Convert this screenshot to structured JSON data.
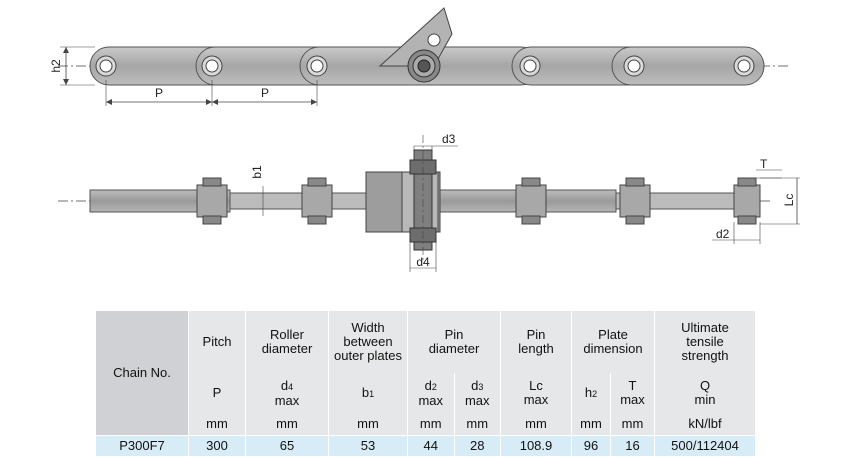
{
  "drawing": {
    "top_labels": {
      "h2": "h2",
      "pitch_1": "P",
      "pitch_2": "P"
    },
    "side_labels": {
      "b1": "b1",
      "d3": "d3",
      "d4": "d4",
      "d2": "d2",
      "T": "T",
      "Lc": "Lc"
    }
  },
  "table": {
    "chain_no_header": "Chain No.",
    "groups": [
      {
        "title": [
          "Pitch"
        ],
        "subs": [
          {
            "sym": "P",
            "sub": "",
            "note": "",
            "unit": "mm"
          }
        ]
      },
      {
        "title": [
          "Roller",
          "diameter"
        ],
        "subs": [
          {
            "sym": "d",
            "sub": "4",
            "note": "max",
            "unit": "mm"
          }
        ]
      },
      {
        "title": [
          "Width",
          "between",
          "outer plates"
        ],
        "subs": [
          {
            "sym": "b",
            "sub": "1",
            "note": "",
            "unit": "mm"
          }
        ]
      },
      {
        "title": [
          "Pin",
          "diameter"
        ],
        "subs": [
          {
            "sym": "d",
            "sub": "2",
            "note": "max",
            "unit": "mm"
          },
          {
            "sym": "d",
            "sub": "3",
            "note": "max",
            "unit": "mm"
          }
        ]
      },
      {
        "title": [
          "Pin",
          "length"
        ],
        "subs": [
          {
            "sym": "Lc",
            "sub": "",
            "note": "max",
            "unit": "mm"
          }
        ]
      },
      {
        "title": [
          "Plate",
          "dimension"
        ],
        "subs": [
          {
            "sym": "h",
            "sub": "2",
            "note": "",
            "unit": "mm"
          },
          {
            "sym": "T",
            "sub": "",
            "note": "max",
            "unit": "mm"
          }
        ]
      },
      {
        "title": [
          "Ultimate",
          "tensile",
          "strength"
        ],
        "subs": [
          {
            "sym": "Q",
            "sub": "",
            "note": "min",
            "unit": "kN/lbf"
          }
        ]
      }
    ],
    "rows": [
      {
        "chain_no": "P300F7",
        "values": [
          "300",
          "65",
          "53",
          "44",
          "28",
          "108.9",
          "96",
          "16",
          "500/112404"
        ]
      }
    ]
  }
}
